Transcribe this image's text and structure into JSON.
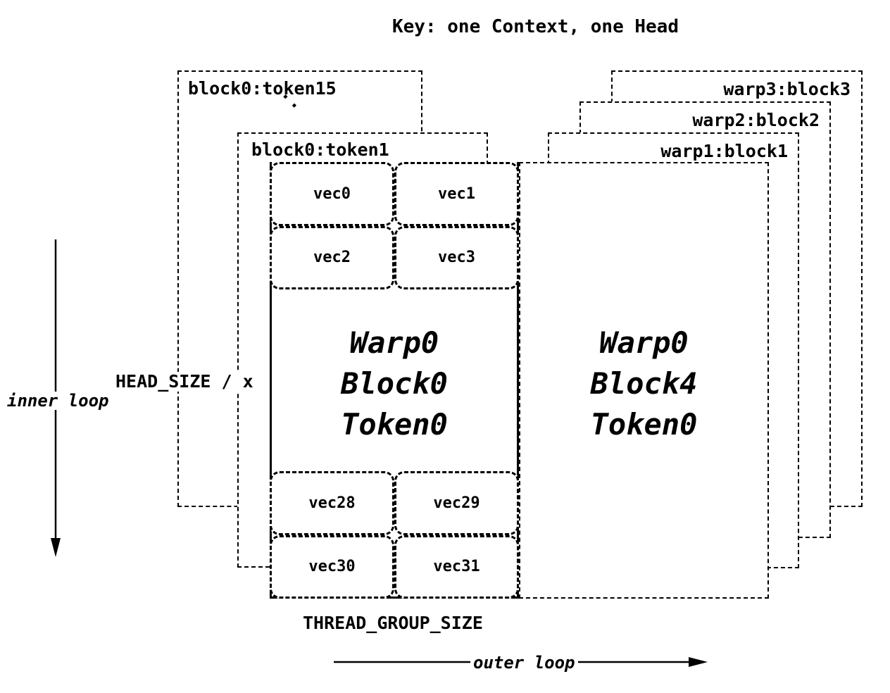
{
  "title": "Key: one Context, one Head",
  "colors": {
    "ink": "#000000",
    "background": "#ffffff"
  },
  "stack_labels": {
    "block0_token15": "block0:token15",
    "block0_token1": "block0:token1",
    "warp3_block3": "warp3:block3",
    "warp2_block2": "warp2:block2",
    "warp1_block1": "warp1:block1",
    "ellipsis": "··"
  },
  "main_block": {
    "top_vecs": [
      "vec0",
      "vec1",
      "vec2",
      "vec3"
    ],
    "lines": [
      "Warp0",
      "Block0",
      "Token0"
    ],
    "bottom_vecs": [
      "vec28",
      "vec29",
      "vec30",
      "vec31"
    ]
  },
  "right_block": {
    "lines": [
      "Warp0",
      "Block4",
      "Token0"
    ]
  },
  "axes": {
    "inner_loop": "inner loop",
    "outer_loop": "outer loop",
    "head_size": "HEAD_SIZE / x",
    "thread_group_size": "THREAD_GROUP_SIZE"
  }
}
